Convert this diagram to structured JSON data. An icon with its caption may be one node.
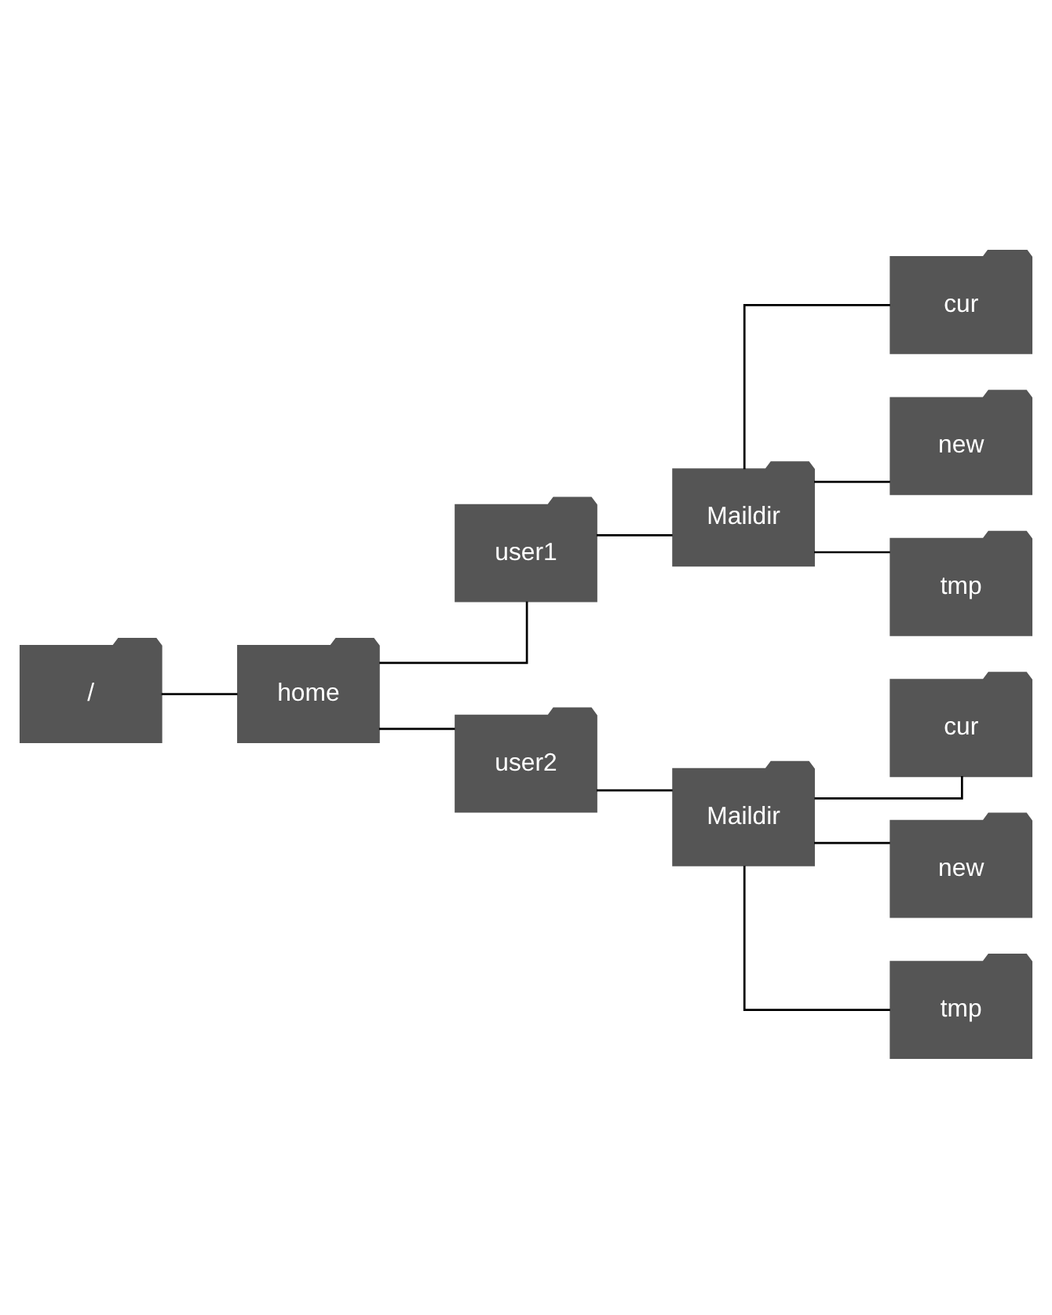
{
  "diagram": {
    "nodes": [
      {
        "text": [
          "/"
        ]
      },
      {
        "text": [
          "home"
        ]
      },
      {
        "text": [
          "user1"
        ]
      },
      {
        "text": [
          "Maildir"
        ]
      },
      {
        "text": [
          "cur"
        ]
      },
      {
        "text": [
          "new"
        ]
      },
      {
        "text": [
          "tmp"
        ]
      },
      {
        "text": [
          "user2"
        ]
      },
      {
        "text": [
          "Maildir"
        ]
      },
      {
        "text": [
          "cur"
        ]
      },
      {
        "text": [
          "new"
        ]
      },
      {
        "text": [
          "tmp"
        ]
      }
    ],
    "edges": [
      {
        "from": 0,
        "to": 1,
        "arrow": "none"
      },
      {
        "from": 1,
        "to": 2,
        "arrow": "none"
      },
      {
        "from": 2,
        "to": 3,
        "arrow": "none"
      },
      {
        "from": 3,
        "to": 4,
        "arrow": "none"
      },
      {
        "from": 3,
        "to": 5,
        "arrow": "none"
      },
      {
        "from": 3,
        "to": 6,
        "arrow": "none"
      },
      {
        "from": 1,
        "to": 7,
        "arrow": "none"
      },
      {
        "from": 7,
        "to": 8,
        "arrow": "none"
      },
      {
        "from": 8,
        "to": 9,
        "arrow": "none"
      },
      {
        "from": 8,
        "to": 10,
        "arrow": "none"
      },
      {
        "from": 8,
        "to": 11,
        "arrow": "none"
      }
    ]
  }
}
